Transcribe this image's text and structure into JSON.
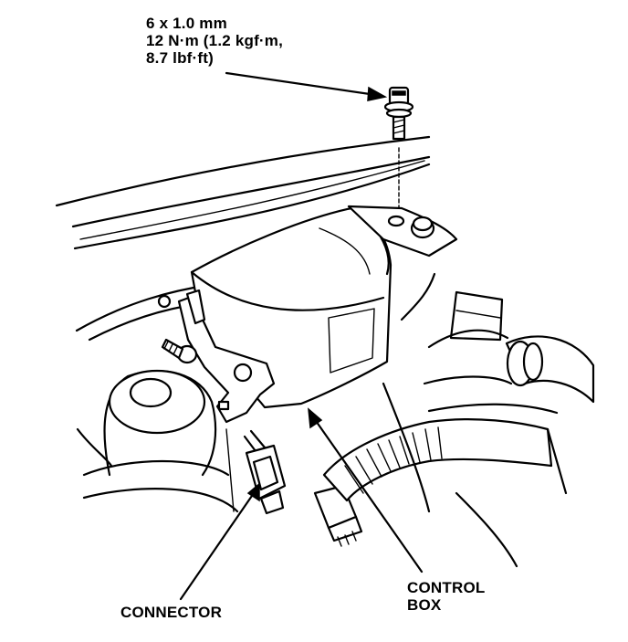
{
  "fastener_spec": {
    "line1": "6 x 1.0 mm",
    "line2": "12 N·m (1.2 kgf·m,",
    "line3": "8.7 lbf·ft)"
  },
  "callouts": {
    "control_box_line1": "CONTROL",
    "control_box_line2": "BOX",
    "connector": "CONNECTOR"
  }
}
